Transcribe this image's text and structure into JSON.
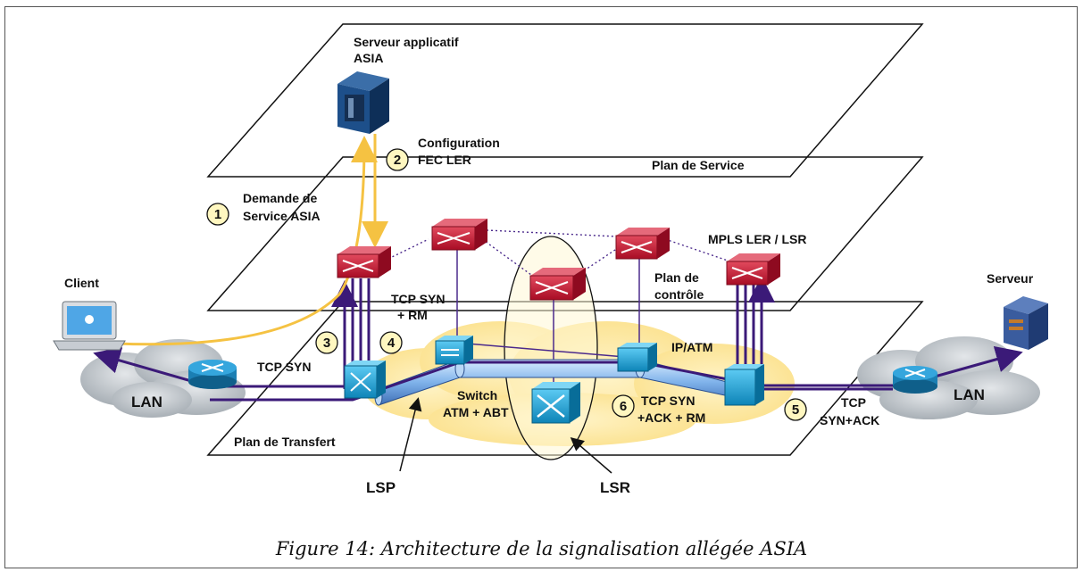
{
  "labels": {
    "serveur_app_line1": "Serveur applicatif",
    "serveur_app_line2": "ASIA",
    "config_line1": "Configuration",
    "config_line2": "FEC LER",
    "plan_service": "Plan de Service",
    "demande_line1": "Demande de",
    "demande_line2": "Service ASIA",
    "mpls": "MPLS LER / LSR",
    "client": "Client",
    "serveur": "Serveur",
    "plan_controle_line1": "Plan de",
    "plan_controle_line2": "contrôle",
    "tcp_syn_rm_line1": "TCP SYN",
    "tcp_syn_rm_line2": "+ RM",
    "ip_atm": "IP/ATM",
    "tcp_syn": "TCP SYN",
    "lan_left": "LAN",
    "lan_right": "LAN",
    "switch_line1": "Switch",
    "switch_line2": "ATM + ABT",
    "tcp_syn_ack_rm_line1": "TCP SYN",
    "tcp_syn_ack_rm_line2": "+ACK + RM",
    "tcp_syn_ack_line1": "TCP",
    "tcp_syn_ack_line2": "SYN+ACK",
    "plan_transfert": "Plan de Transfert",
    "lsp": "LSP",
    "lsr": "LSR"
  },
  "steps": {
    "s1": "1",
    "s2": "2",
    "s3": "3",
    "s4": "4",
    "s5": "5",
    "s6": "6"
  },
  "caption": "Figure 14: Architecture de la signalisation allégée ASIA",
  "colors": {
    "signal_yellow": "#f5c242",
    "path_purple": "#3b1a78",
    "router_red": "#c8102e",
    "switch_blue": "#1aa3d9",
    "cloud_yellow": "#fde9a6",
    "lan_gray": "#b8bec4"
  }
}
